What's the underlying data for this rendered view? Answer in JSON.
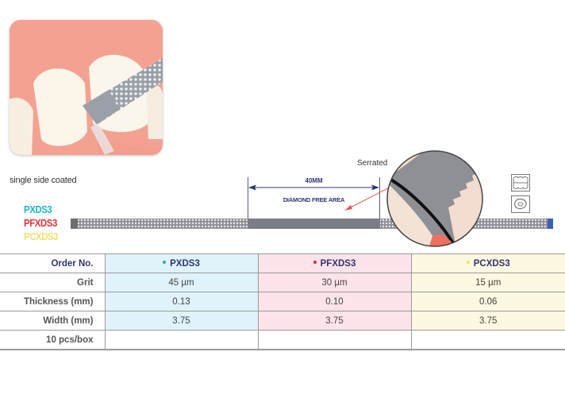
{
  "product": {
    "caption": "single side coated",
    "codes": [
      {
        "label": "PXDS3",
        "color": "#1fb5c8"
      },
      {
        "label": "PFXDS3",
        "color": "#e0343c"
      },
      {
        "label": "PCXDS3",
        "color": "#f2e070"
      }
    ]
  },
  "diagram": {
    "dimension_label": "40MM",
    "area_label": "DIAMOND FREE AREA",
    "serrated_label": "Serrated",
    "icons": [
      "teeth-contact-icon",
      "tooth-occlusal-icon"
    ],
    "strip_end_color": "#3c5fb5"
  },
  "table": {
    "row_headers": [
      "Order No.",
      "Grit",
      "Thickness (mm)",
      "Width (mm)",
      "10 pcs/box"
    ],
    "columns": [
      {
        "order_no": "PXDS3",
        "dot_color": "#1fa9b8",
        "grit": "45 µm",
        "thickness": "0.13",
        "width": "3.75",
        "bg": "#e0f3fb"
      },
      {
        "order_no": "PFXDS3",
        "dot_color": "#d0303a",
        "grit": "30 µm",
        "thickness": "0.10",
        "width": "3.75",
        "bg": "#fde3ea"
      },
      {
        "order_no": "PCXDS3",
        "dot_color": "#f0e060",
        "grit": "15 µm",
        "thickness": "0.06",
        "width": "3.75",
        "bg": "#fdf8e0"
      }
    ]
  }
}
